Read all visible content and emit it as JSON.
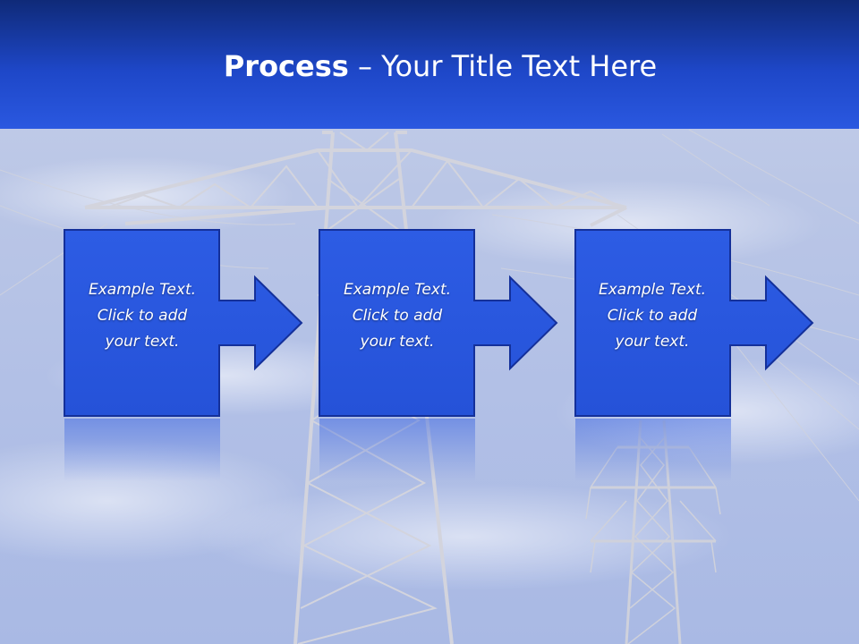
{
  "slide": {
    "title_bold": "Process",
    "title_rest": " – Your Title Text Here"
  },
  "steps": [
    {
      "line1": "Example Text.",
      "line2": "Click  to add",
      "line3": "your text."
    },
    {
      "line1": "Example Text.",
      "line2": "Click  to add",
      "line3": "your text."
    },
    {
      "line1": "Example Text.",
      "line2": "Click  to add",
      "line3": "your text."
    }
  ],
  "colors": {
    "title_bar_top": "#0f2a78",
    "title_bar_bottom": "#2a58e0",
    "box_fill": "#2a58e0",
    "box_border": "#14309a",
    "sky": "#b8c4e6",
    "tower": "#d0d2dc"
  }
}
